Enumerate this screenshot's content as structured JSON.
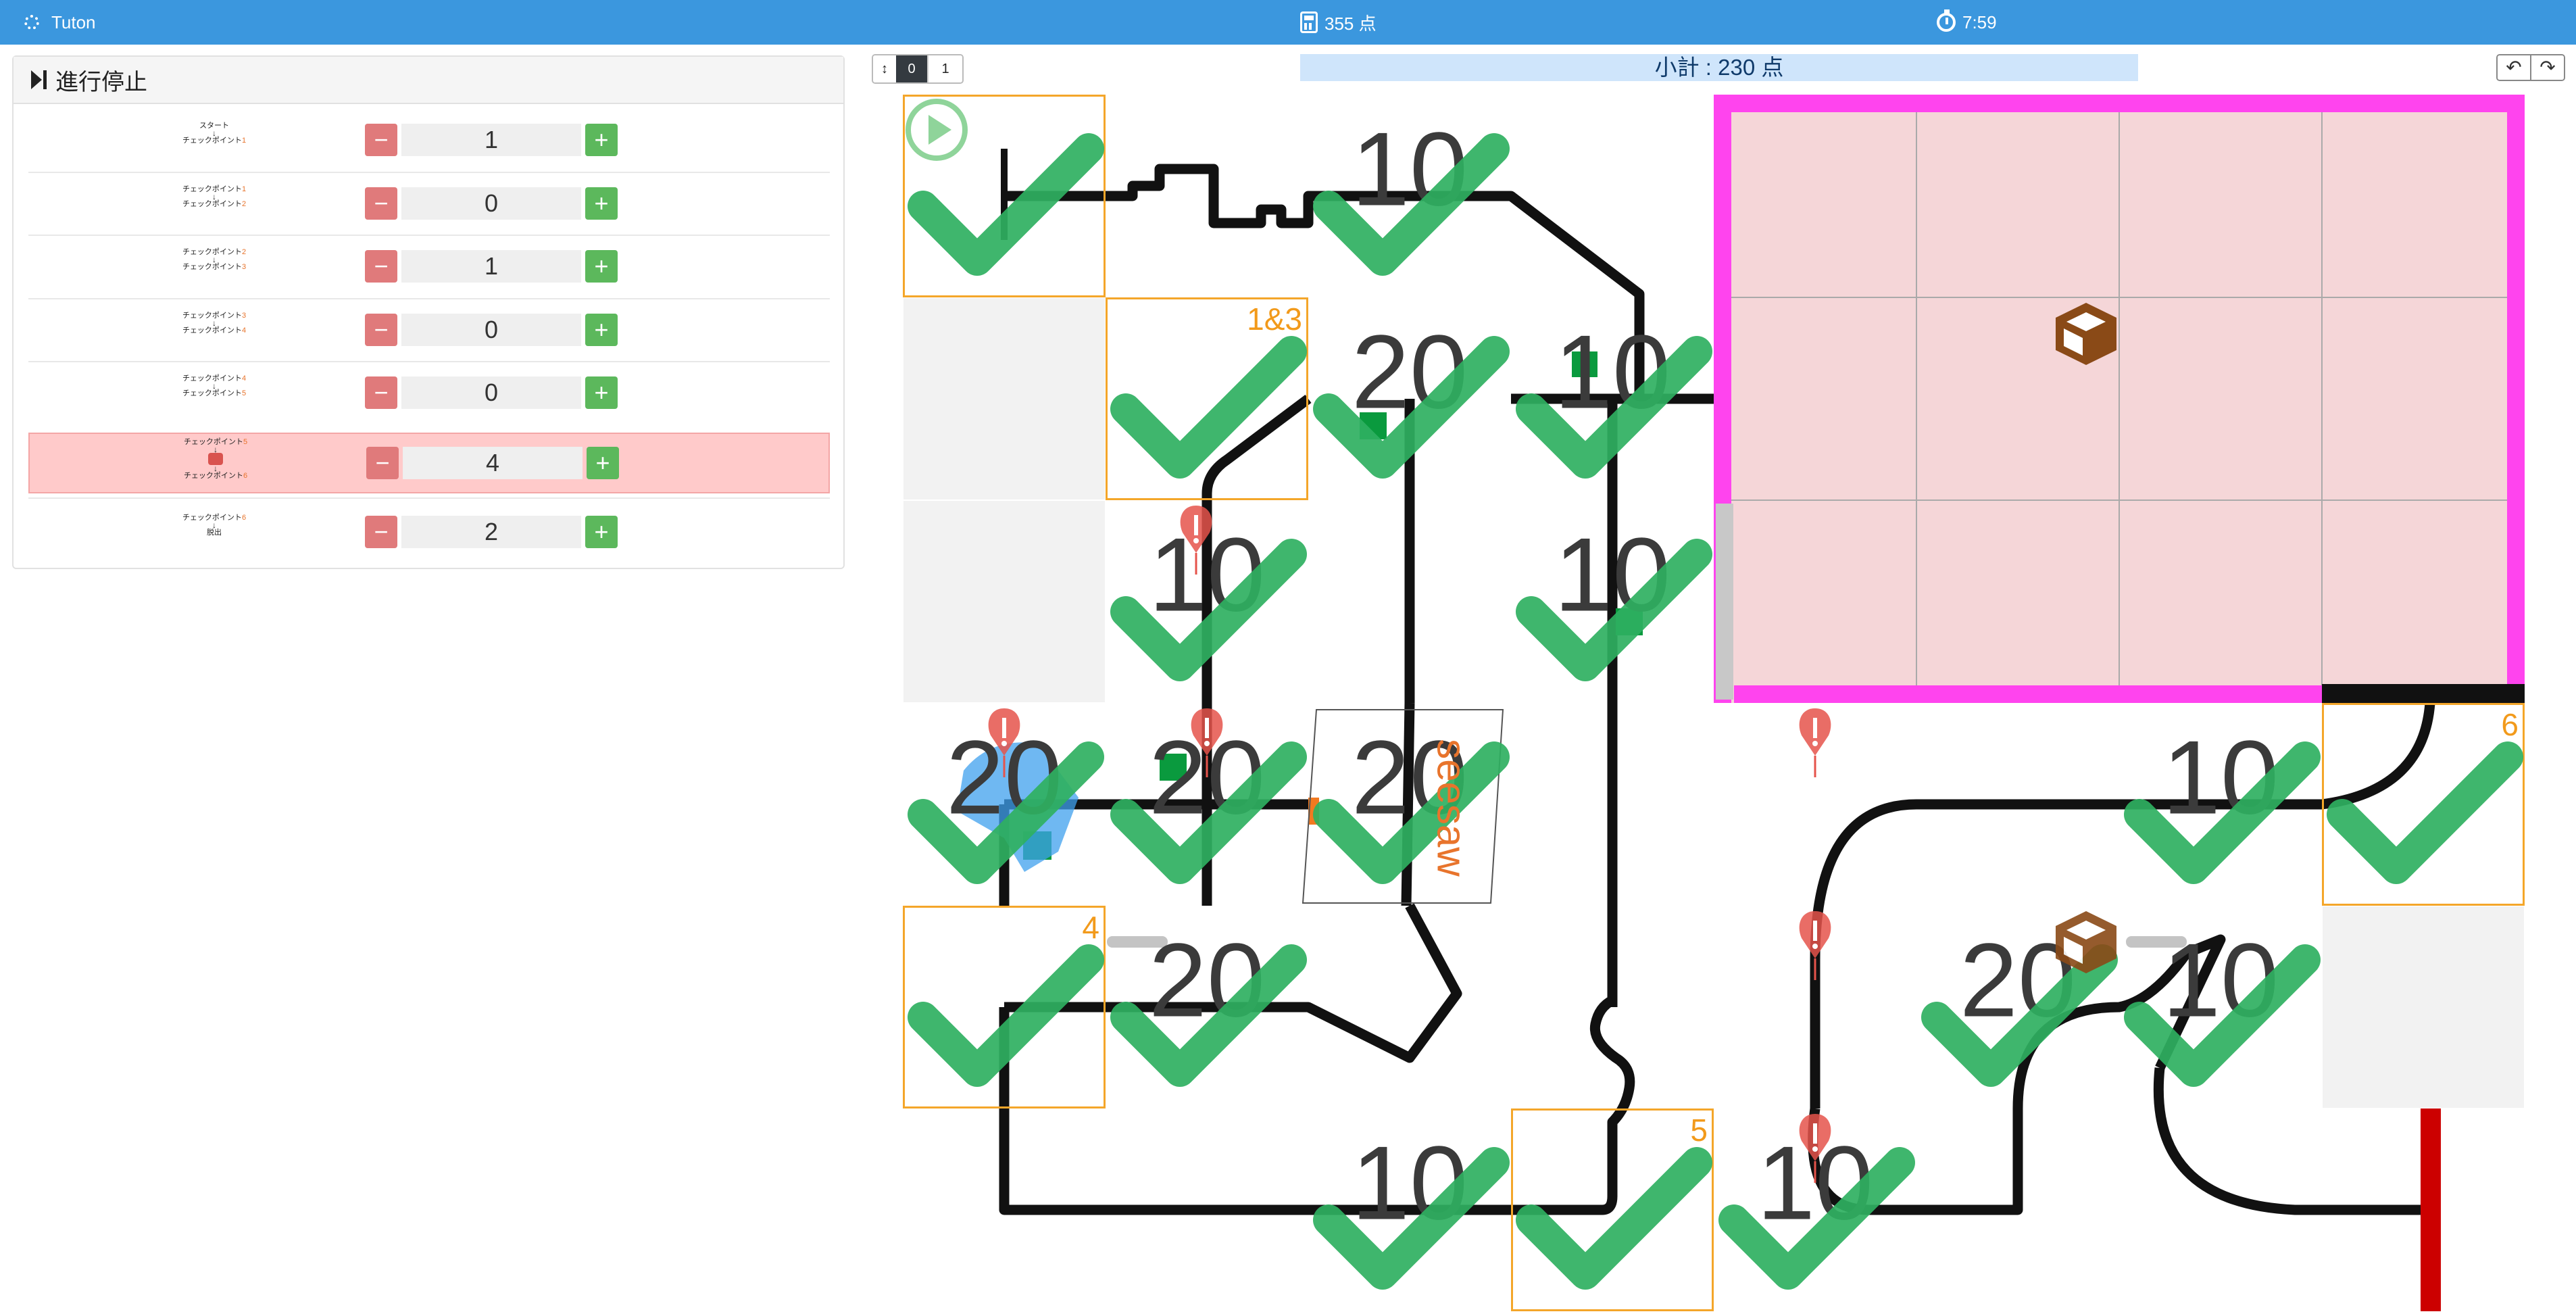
{
  "navbar": {
    "brand": "Tuton",
    "score": "355 点",
    "time": "7:59"
  },
  "panel": {
    "title": "進行停止",
    "rows": [
      {
        "from": "スタート",
        "from_n": "",
        "to": "チェックポイント",
        "to_n": "1",
        "value": "1",
        "danger": false
      },
      {
        "from": "チェックポイント",
        "from_n": "1",
        "to": "チェックポイント",
        "to_n": "2",
        "value": "0",
        "danger": false
      },
      {
        "from": "チェックポイント",
        "from_n": "2",
        "to": "チェックポイント",
        "to_n": "3",
        "value": "1",
        "danger": false
      },
      {
        "from": "チェックポイント",
        "from_n": "3",
        "to": "チェックポイント",
        "to_n": "4",
        "value": "0",
        "danger": false
      },
      {
        "from": "チェックポイント",
        "from_n": "4",
        "to": "チェックポイント",
        "to_n": "5",
        "value": "0",
        "danger": false
      },
      {
        "from": "チェックポイント",
        "from_n": "5",
        "to": "チェックポイント",
        "to_n": "6",
        "value": "4",
        "danger": true
      },
      {
        "from": "チェックポイント",
        "from_n": "6",
        "to": "脱出",
        "to_n": "",
        "value": "2",
        "danger": false
      }
    ],
    "minus_label": "−",
    "plus_label": "+"
  },
  "toolbar": {
    "btn0": "0",
    "btn1": "1",
    "subtotal": "小計 : 230 点"
  },
  "field": {
    "tiles": [
      {
        "col": 0,
        "row": 0,
        "points": "",
        "tag": "",
        "style": "orange"
      },
      {
        "col": 2,
        "row": 0,
        "points": "10",
        "tag": "",
        "style": "plain"
      },
      {
        "col": 1,
        "row": 1,
        "points": "",
        "tag": "1&3",
        "style": "orange"
      },
      {
        "col": 2,
        "row": 1,
        "points": "20",
        "tag": "",
        "style": "plain"
      },
      {
        "col": 3,
        "row": 1,
        "points": "10",
        "tag": "",
        "style": "plain"
      },
      {
        "col": 1,
        "row": 2,
        "points": "10",
        "tag": "",
        "style": "plain"
      },
      {
        "col": 3,
        "row": 2,
        "points": "10",
        "tag": "",
        "style": "plain"
      },
      {
        "col": 0,
        "row": 3,
        "points": "20",
        "tag": "",
        "style": "plain"
      },
      {
        "col": 1,
        "row": 3,
        "points": "20",
        "tag": "",
        "style": "plain"
      },
      {
        "col": 2,
        "row": 3,
        "points": "20",
        "tag": "",
        "style": "plain"
      },
      {
        "col": 6,
        "row": 3,
        "points": "10",
        "tag": "",
        "style": "plain"
      },
      {
        "col": 7,
        "row": 3,
        "points": "",
        "tag": "6",
        "style": "orange"
      },
      {
        "col": 0,
        "row": 4,
        "points": "",
        "tag": "4",
        "style": "orange"
      },
      {
        "col": 1,
        "row": 4,
        "points": "20",
        "tag": "",
        "style": "plain"
      },
      {
        "col": 5,
        "row": 4,
        "points": "20",
        "tag": "",
        "style": "plain"
      },
      {
        "col": 6,
        "row": 4,
        "points": "10",
        "tag": "",
        "style": "plain"
      },
      {
        "col": 2,
        "row": 5,
        "points": "10",
        "tag": "",
        "style": "plain"
      },
      {
        "col": 3,
        "row": 5,
        "points": "",
        "tag": "5",
        "style": "orange"
      },
      {
        "col": 4,
        "row": 5,
        "points": "10",
        "tag": "",
        "style": "plain"
      }
    ],
    "seesaw_label": "seesaw",
    "colors": {
      "check": "#2fb061",
      "evac_border": "#ff44ee",
      "evac_fill": "#f5d6d8",
      "victim_silver": "#c4c4c4",
      "exit_line": "#cc0000",
      "marker": "#e5534b",
      "box": "#8a4a17"
    }
  }
}
